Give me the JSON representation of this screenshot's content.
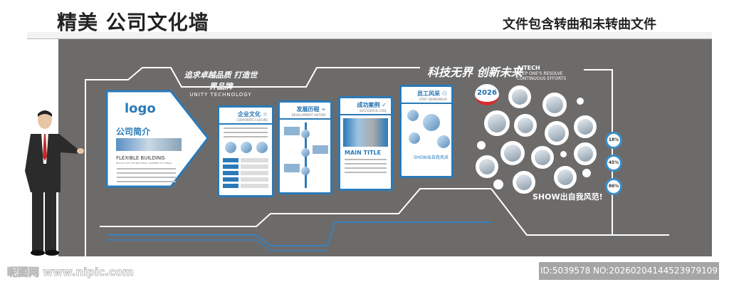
{
  "header": {
    "title": "精美 公司文化墙",
    "note": "文件包含转曲和未转曲文件"
  },
  "wall": {
    "slogan_cn": "追求卓越品质 打造世界品牌",
    "slogan_en": "UNITY TECHNOLOGY",
    "slogan2": "科技无界 创新未来",
    "brand": "AJTECH",
    "brand_sub1": "KEEP ONE'S RESOLVE",
    "brand_sub2": "CONTINUOUS EFFORTS",
    "intro": {
      "logo": "logo",
      "title": "公司简介",
      "en_title": "FLEXIBLE BUILDING",
      "en_sub": "BLOCKS FOR THE INDUSTRIAL INTERNET OF THINGS"
    },
    "panels": [
      {
        "title": "企业文化",
        "sub": "CORPORATE CULTURE",
        "icon": "star-icon"
      },
      {
        "title": "发展历程",
        "sub": "DEVELOPMENT HISTORY",
        "icon": "paper-plane-icon"
      },
      {
        "title": "成功案例",
        "sub": "SUCCESSFUL CASE",
        "icon": "check-circle-icon",
        "main_title": "MAIN TITLE"
      },
      {
        "title": "员工风采",
        "sub": "STAFF DEMEANOUR",
        "icon": "users-icon",
        "show": "SHOW出自我风采"
      }
    ],
    "year": "2026",
    "percents": [
      "18%",
      "45%",
      "86%"
    ],
    "show_text": "SHOW出自我风范!"
  },
  "watermark": {
    "site": "昵图网 www.nipic.com",
    "id": "ID:5039578 NO:20260204144523979109"
  },
  "colors": {
    "wall": "#6d6b6a",
    "accent": "#2a7ab8"
  }
}
